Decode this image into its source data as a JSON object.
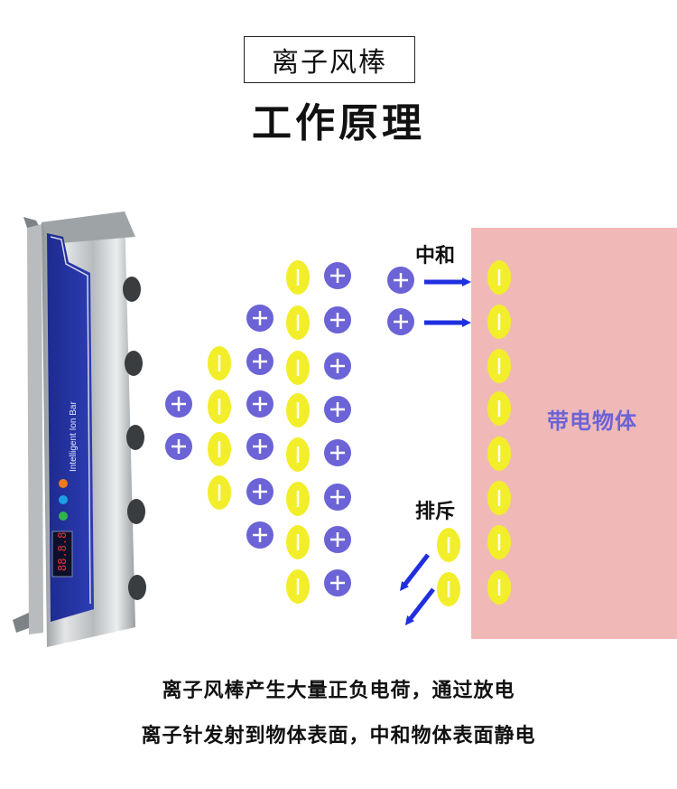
{
  "header": {
    "title": "离子风棒",
    "subtitle": "工作原理"
  },
  "device": {
    "label": "Intelligent Ion Bar",
    "display": "88.8.8"
  },
  "object": {
    "label": "带电物体",
    "label_color": "#6b63d6",
    "fill_color": "#f0b9b8"
  },
  "annotations": {
    "neutralize": "中和",
    "repel": "排斥"
  },
  "captions": {
    "line1": "离子风棒产生大量正负电荷，通过放电",
    "line2": "离子针发射到物体表面，中和物体表面静电"
  },
  "colors": {
    "positive_ion": "#6b63d6",
    "negative_ion": "#f2ee2a",
    "arrow": "#1f2fe0"
  },
  "symbols": {
    "positive": "+",
    "negative": "−"
  }
}
